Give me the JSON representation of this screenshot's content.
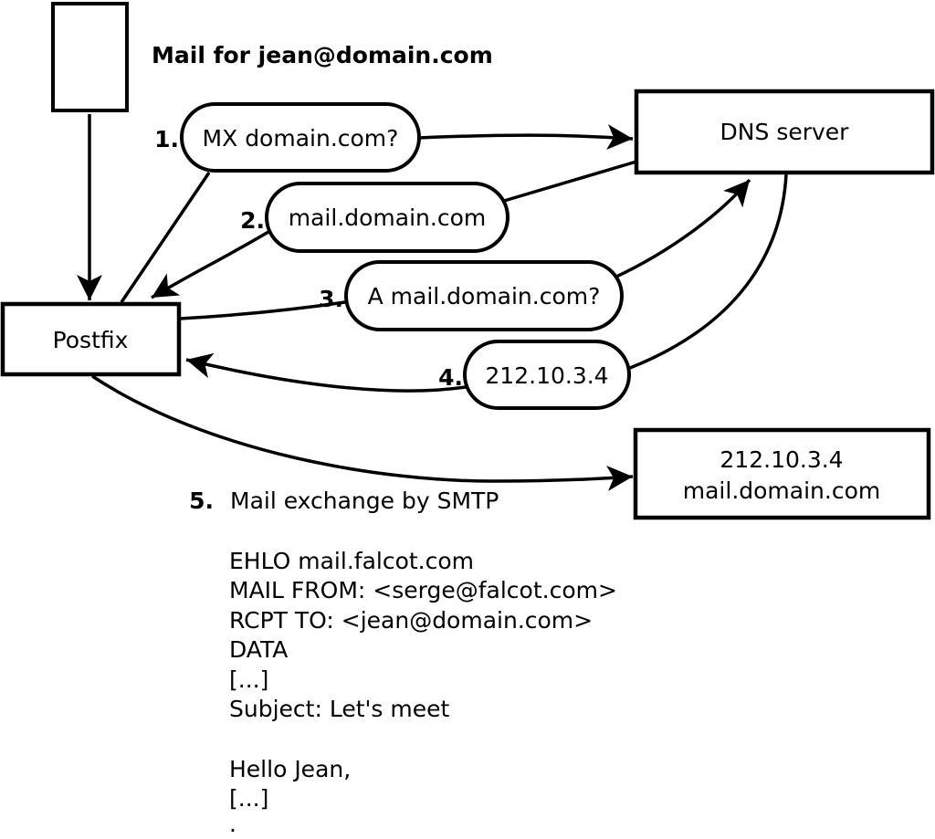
{
  "diagram": {
    "title": "Mail for jean@domain.com",
    "nodes": {
      "postfix": {
        "label": "Postfix"
      },
      "dns": {
        "label": "DNS server"
      },
      "target": {
        "line1": "212.10.3.4",
        "line2": "mail.domain.com"
      }
    },
    "steps": [
      {
        "num": "1.",
        "label": "MX domain.com?"
      },
      {
        "num": "2.",
        "label": "mail.domain.com"
      },
      {
        "num": "3.",
        "label": "A mail.domain.com?"
      },
      {
        "num": "4.",
        "label": "212.10.3.4"
      },
      {
        "num": "5.",
        "label": "Mail exchange by SMTP"
      }
    ],
    "smtp_session": {
      "lines": [
        "EHLO mail.falcot.com",
        "MAIL FROM: <serge@falcot.com>",
        "RCPT TO: <jean@domain.com>",
        "DATA",
        "[...]",
        "Subject: Let's meet",
        "",
        "Hello Jean,",
        "[...]",
        "."
      ]
    },
    "colors": {
      "stroke": "#000000",
      "fill": "#ffffff"
    }
  }
}
